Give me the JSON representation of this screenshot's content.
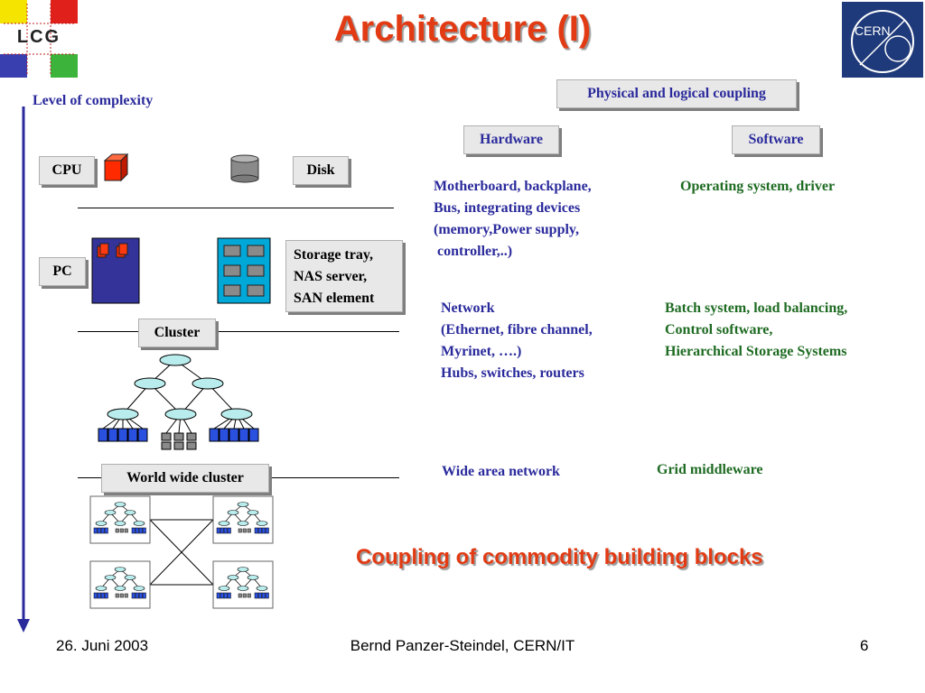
{
  "title": "Architecture (I)",
  "logos": {
    "left": "LCG",
    "right": "CERN"
  },
  "axis_label": "Level of complexity",
  "coupling_header": "Physical and logical coupling",
  "hardware_label": "Hardware",
  "software_label": "Software",
  "levels": {
    "cpu": "CPU",
    "disk": "Disk",
    "pc": "PC",
    "storage": [
      "Storage tray,",
      "NAS server,",
      "SAN element"
    ],
    "cluster": "Cluster",
    "world": "World wide cluster"
  },
  "hardware_text": {
    "level1": [
      "Motherboard, backplane,",
      "Bus, integrating devices",
      "(memory,Power supply,",
      " controller,..)"
    ],
    "level2": [
      "Network",
      "(Ethernet, fibre channel,",
      "Myrinet, ….)",
      "Hubs, switches, routers"
    ],
    "level3": "Wide area network"
  },
  "software_text": {
    "level1": "Operating system, driver",
    "level2": [
      "Batch system, load balancing,",
      "Control software,",
      "Hierarchical Storage Systems"
    ],
    "level3": "Grid middleware"
  },
  "tagline": "Coupling of commodity building blocks",
  "footer": {
    "date": "26. Juni 2003",
    "author": "Bernd Panzer-Steindel, CERN/IT",
    "page": "6"
  },
  "colors": {
    "title": "#e23b14",
    "blue_text": "#2a2a9c",
    "green_text": "#1e6b22",
    "pc_fill": "#333399",
    "storage_fill": "#00a8d8"
  }
}
